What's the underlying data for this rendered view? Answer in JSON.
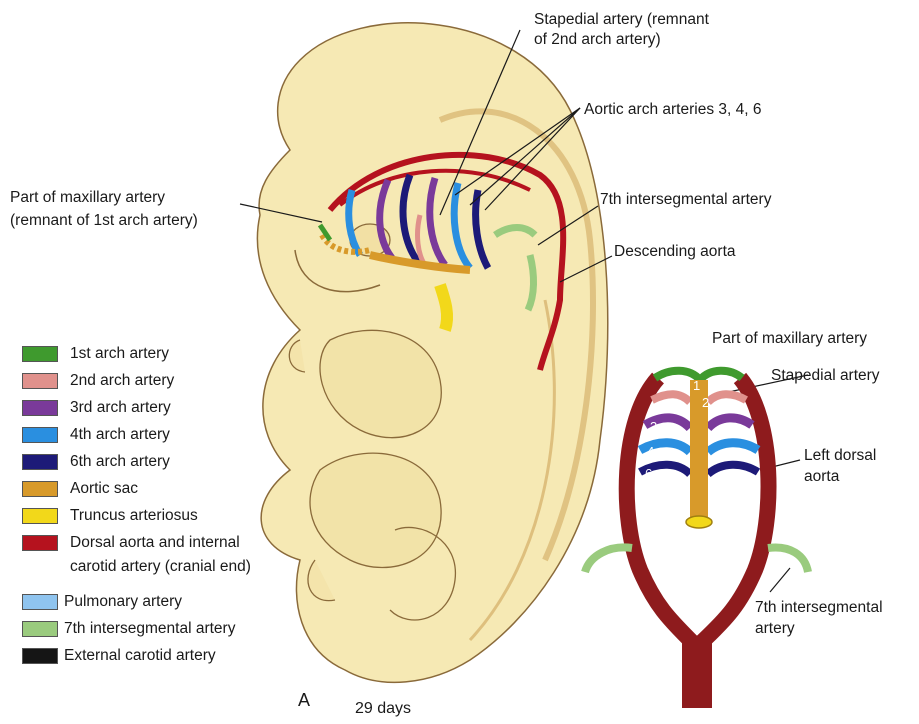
{
  "labels": {
    "stapedial_1": "Stapedial artery (remnant",
    "stapedial_2": "of 2nd arch artery)",
    "aortic_arches": "Aortic arch arteries 3, 4, 6",
    "maxillary_1": "Part of maxillary artery",
    "maxillary_2": "(remnant of 1st arch artery)",
    "intersegmental": "7th intersegmental artery",
    "descending": "Descending aorta",
    "b_maxillary": "Part of maxillary artery",
    "b_stapedial": "Stapedial artery",
    "b_left_dorsal_1": "Left dorsal",
    "b_left_dorsal_2": "aorta",
    "b_inter_1": "7th intersegmental",
    "b_inter_2": "artery"
  },
  "arch_numbers": [
    "1",
    "2",
    "3",
    "4",
    "6"
  ],
  "legend": [
    {
      "label": "1st arch artery",
      "color": "#3f9a2e"
    },
    {
      "label": "2nd arch artery",
      "color": "#e0918c"
    },
    {
      "label": "3rd arch artery",
      "color": "#7a3a9a"
    },
    {
      "label": "4th arch artery",
      "color": "#2a8fe0"
    },
    {
      "label": "6th arch artery",
      "color": "#1d1a78"
    },
    {
      "label": "Aortic sac",
      "color": "#d89a2a"
    },
    {
      "label": "Truncus arteriosus",
      "color": "#f2d81a"
    },
    {
      "label": "Dorsal aorta and internal",
      "label2": "carotid artery (cranial end)",
      "color": "#b5121e"
    },
    {
      "label": "Pulmonary artery",
      "color": "#8fc4ef"
    },
    {
      "label": "7th intersegmental artery",
      "color": "#9acb7e"
    },
    {
      "label": "External carotid artery",
      "color": "#151515"
    }
  ],
  "caption": {
    "panel": "A",
    "age": "29 days"
  }
}
